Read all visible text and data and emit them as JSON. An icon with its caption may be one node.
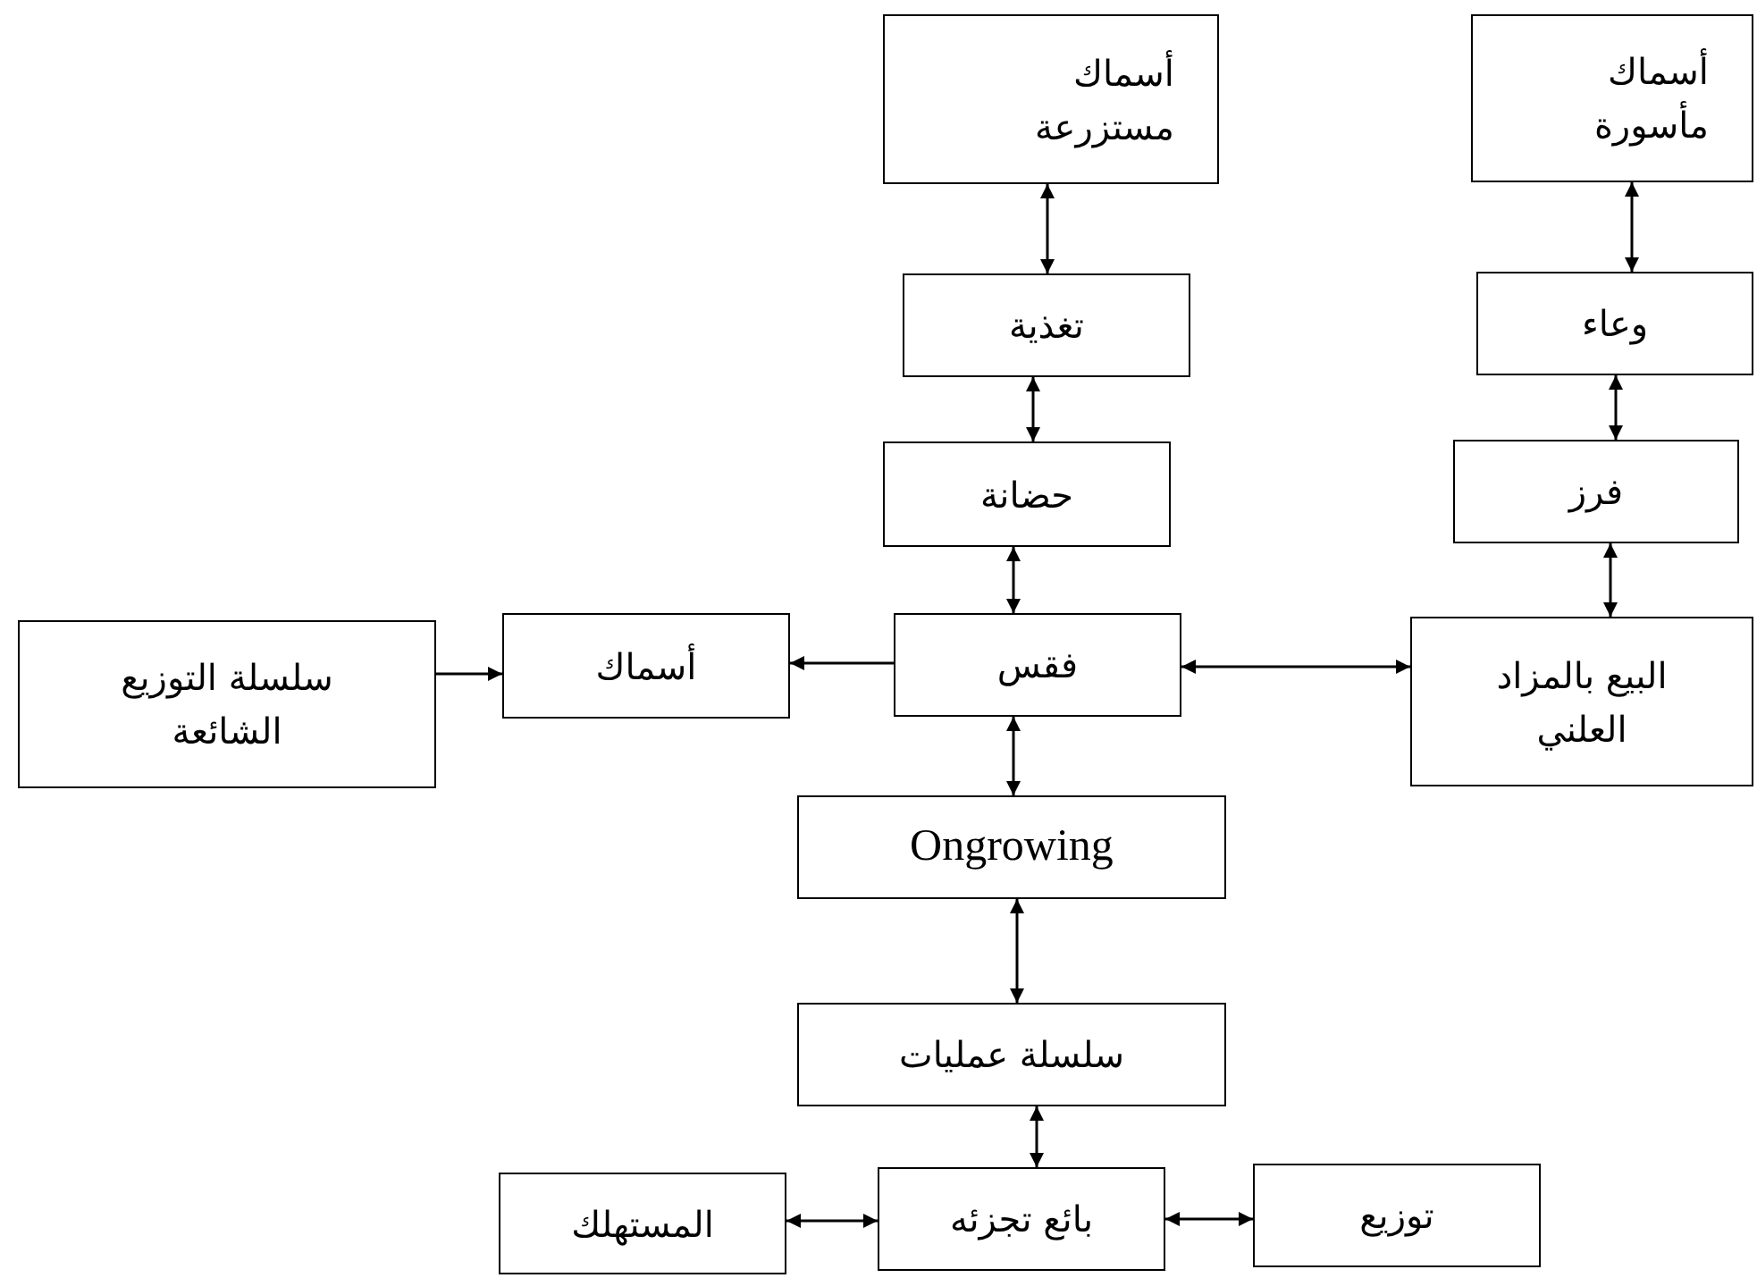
{
  "diagram": {
    "nodes": [
      {
        "text": [
          "أسماك مستزرعة"
        ]
      },
      {
        "text": [
          "أسماك مأسورة"
        ]
      },
      {
        "text": [
          "تغذية"
        ]
      },
      {
        "text": [
          "وعاء"
        ]
      },
      {
        "text": [
          "حضانة"
        ]
      },
      {
        "text": [
          "فرز"
        ]
      },
      {
        "text": [
          "سلسلة التوزيع الشائعة"
        ]
      },
      {
        "text": [
          "أسماك"
        ]
      },
      {
        "text": [
          "فقس"
        ]
      },
      {
        "text": [
          "البيع بالمزاد العلني"
        ]
      },
      {
        "text": [
          "Ongrowing"
        ]
      },
      {
        "text": [
          "سلسلة عمليات"
        ]
      },
      {
        "text": [
          "المستهلك"
        ]
      },
      {
        "text": [
          "بائع تجزئه"
        ]
      },
      {
        "text": [
          "توزيع"
        ]
      }
    ],
    "edges": [
      {
        "from": 0,
        "to": 2,
        "arrow": "both"
      },
      {
        "from": 2,
        "to": 4,
        "arrow": "both"
      },
      {
        "from": 4,
        "to": 8,
        "arrow": "both"
      },
      {
        "from": 1,
        "to": 3,
        "arrow": "both"
      },
      {
        "from": 3,
        "to": 5,
        "arrow": "both"
      },
      {
        "from": 5,
        "to": 9,
        "arrow": "both"
      },
      {
        "from": 8,
        "to": 7,
        "arrow": "to"
      },
      {
        "from": 6,
        "to": 7,
        "arrow": "to"
      },
      {
        "from": 8,
        "to": 9,
        "arrow": "both"
      },
      {
        "from": 8,
        "to": 10,
        "arrow": "both"
      },
      {
        "from": 10,
        "to": 11,
        "arrow": "both"
      },
      {
        "from": 11,
        "to": 13,
        "arrow": "both"
      },
      {
        "from": 13,
        "to": 12,
        "arrow": "both"
      },
      {
        "from": 14,
        "to": 13,
        "arrow": "both"
      }
    ]
  }
}
